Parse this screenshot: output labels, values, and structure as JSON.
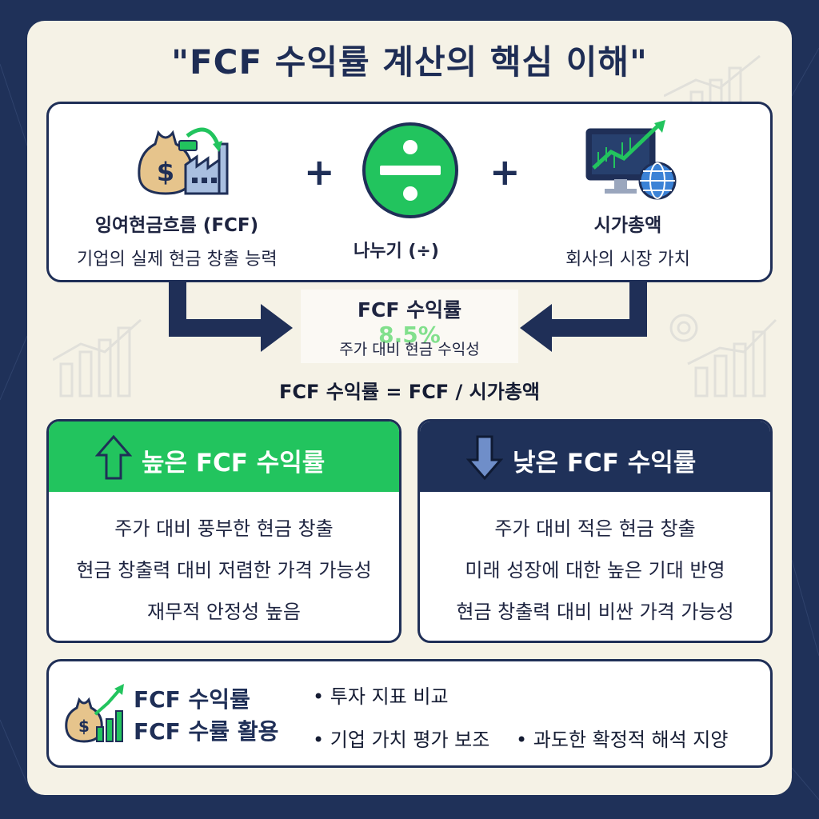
{
  "title": "\"FCF 수익률 계산의 핵심 이해\"",
  "inputs": {
    "fcf": {
      "label": "잉여현금흐름 (FCF)",
      "desc": "기업의 실제 현금 창출 능력"
    },
    "divide": {
      "label": "나누기 (÷)",
      "symbol": "÷"
    },
    "market_cap": {
      "label": "시가총액",
      "desc": "회사의 시장 가치"
    },
    "operator": "+"
  },
  "result": {
    "label": "FCF 수익률",
    "value": "8.5%",
    "desc": "주가 대비 현금 수익성"
  },
  "formula": "FCF 수익률 = FCF / 시가총액",
  "high_panel": {
    "title": "높은 FCF 수익률",
    "items": [
      "주가 대비 풍부한 현금 창출",
      "현금 창출력 대비 저렴한 가격 가능성",
      "재무적 안정성 높음"
    ]
  },
  "low_panel": {
    "title": "낮은 FCF 수익률",
    "items": [
      "주가 대비 적은 현금 창출",
      "미래 성장에 대한 높은 기대 반영",
      "현금 창출력 대비 비싼 가격 가능성"
    ]
  },
  "usage": {
    "title_line1": "FCF 수익률",
    "title_line2": "FCF 수률 활용",
    "bullets": [
      "• 투자 지표 비교",
      "• 기업 가치 평가 보조",
      "• 과도한 확정적 해석 지양"
    ]
  },
  "colors": {
    "navy": "#1f3159",
    "green": "#22c45e",
    "cream": "#f5f2e6"
  }
}
